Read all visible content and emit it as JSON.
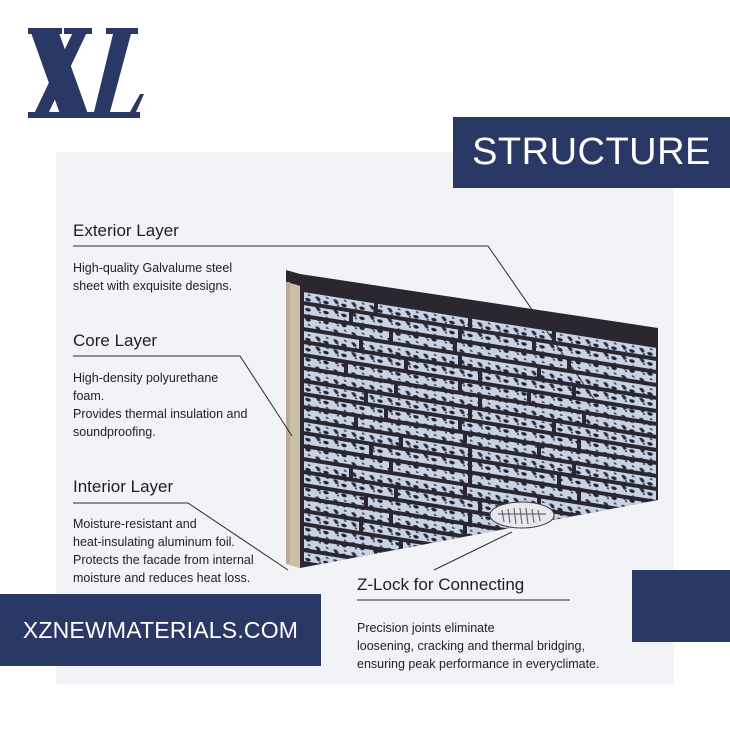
{
  "brand": {
    "logo_text": "XL",
    "website": "XZNEWMATERIALS.COM",
    "colors": {
      "navy": "#2a3866",
      "panel_bg": "#f2f3f6",
      "foam": "#cbbfa7",
      "metal": "#c9d2e1",
      "joint": "#2b2730"
    }
  },
  "title": "STRUCTURE",
  "layers": [
    {
      "heading": "Exterior Layer",
      "lines": [
        "High-quality Galvalume steel",
        "sheet with exquisite designs."
      ]
    },
    {
      "heading": "Core Layer",
      "lines": [
        "High-density polyurethane",
        "foam.",
        "Provides thermal insulation and",
        "soundproofing."
      ]
    },
    {
      "heading": "Interior Layer",
      "lines": [
        "Moisture-resistant and",
        "heat-insulating aluminum foil.",
        "Protects the facade from internal",
        "moisture and reduces heat loss."
      ]
    }
  ],
  "zlock": {
    "heading": "Z-Lock for Connecting",
    "lines": [
      "Precision joints eliminate",
      "loosening, cracking and thermal bridging,",
      "ensuring peak performance in everyclimate."
    ]
  },
  "illustration": {
    "name": "insulated metal siding panel with brick texture",
    "icon": "wall-panel-icon"
  }
}
